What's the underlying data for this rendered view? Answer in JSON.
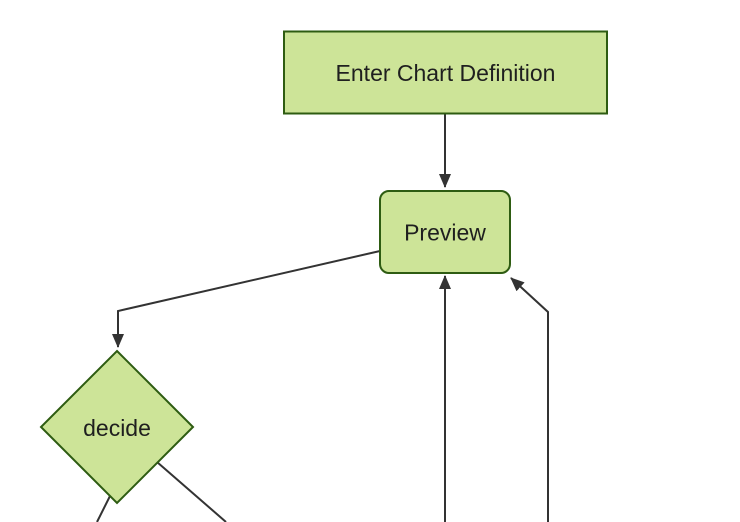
{
  "diagram": {
    "type": "flowchart",
    "direction": "top-down",
    "nodes": [
      {
        "id": "enter-chart-definition",
        "label": "Enter Chart Definition",
        "shape": "rectangle"
      },
      {
        "id": "preview",
        "label": "Preview",
        "shape": "rounded-rectangle"
      },
      {
        "id": "decide",
        "label": "decide",
        "shape": "diamond"
      }
    ],
    "edges": [
      {
        "from": "enter-chart-definition",
        "to": "preview",
        "arrow": true
      },
      {
        "from": "preview",
        "to": "decide",
        "arrow": true
      },
      {
        "from": "offscreen-bottom-center",
        "to": "preview",
        "arrow": true
      },
      {
        "from": "offscreen-bottom-right",
        "to": "preview",
        "arrow": true
      },
      {
        "from": "decide",
        "to": "offscreen-bottom-left",
        "arrow": false
      },
      {
        "from": "decide",
        "to": "offscreen-bottom-right",
        "arrow": false
      }
    ]
  },
  "theme": {
    "node_fill": "#cde498",
    "node_border": "#2e5c12",
    "edge_color": "#333333",
    "text_color": "#1f1f1f",
    "background": "#ffffff"
  }
}
